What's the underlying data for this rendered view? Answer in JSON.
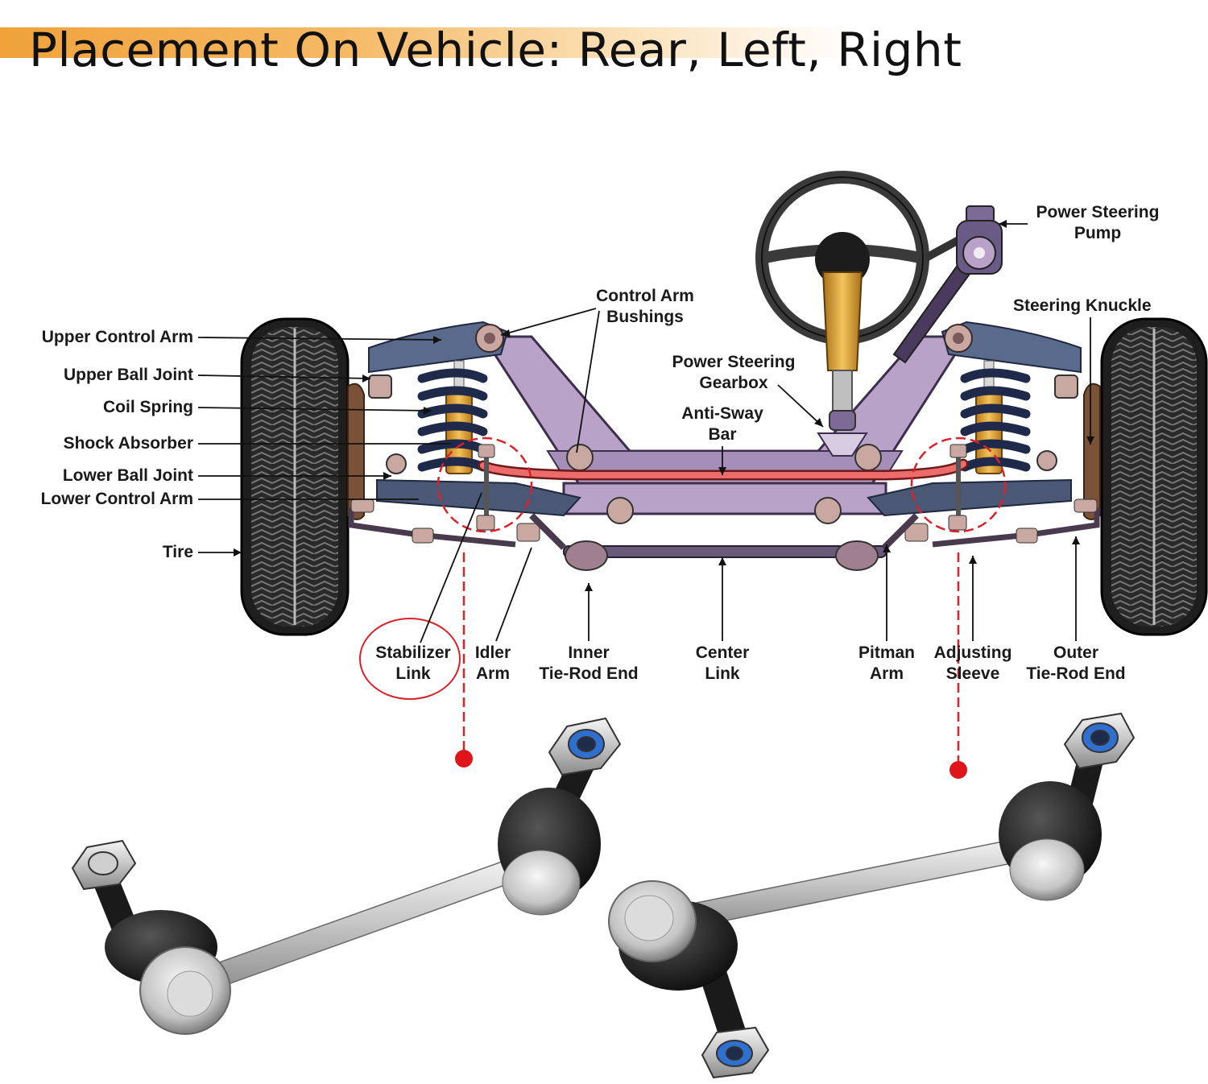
{
  "title": "Placement On Vehicle: Rear, Left, Right",
  "labels": {
    "upper_control_arm": "Upper Control Arm",
    "upper_ball_joint": "Upper Ball Joint",
    "coil_spring": "Coil Spring",
    "shock_absorber": "Shock Absorber",
    "lower_ball_joint": "Lower Ball Joint",
    "lower_control_arm": "Lower Control Arm",
    "tire": "Tire",
    "control_arm_bushings": [
      "Control Arm",
      "Bushings"
    ],
    "power_steering_gearbox": [
      "Power Steering",
      "Gearbox"
    ],
    "anti_sway_bar": [
      "Anti-Sway",
      "Bar"
    ],
    "power_steering_pump": [
      "Power Steering",
      "Pump"
    ],
    "steering_knuckle": "Steering Knuckle",
    "stabilizer_link": [
      "Stabilizer",
      "Link"
    ],
    "idler_arm": [
      "Idler",
      "Arm"
    ],
    "inner_tie_rod_end": [
      "Inner",
      "Tie-Rod End"
    ],
    "center_link": [
      "Center",
      "Link"
    ],
    "pitman_arm": [
      "Pitman",
      "Arm"
    ],
    "adjusting_sleeve": [
      "Adjusting",
      "Sleeve"
    ],
    "outer_tie_rod_end": [
      "Outer",
      "Tie-Rod End"
    ]
  },
  "colors": {
    "title_accent": "#f0a23a",
    "highlight_red": "#d9222a",
    "frame_purple": "#b8a2c8",
    "arm_blue": "#5a6a8c",
    "spring_navy": "#2a3a5e",
    "shock_yellow": "#e8a92e",
    "anti_sway_red": "#ec6c6c"
  }
}
